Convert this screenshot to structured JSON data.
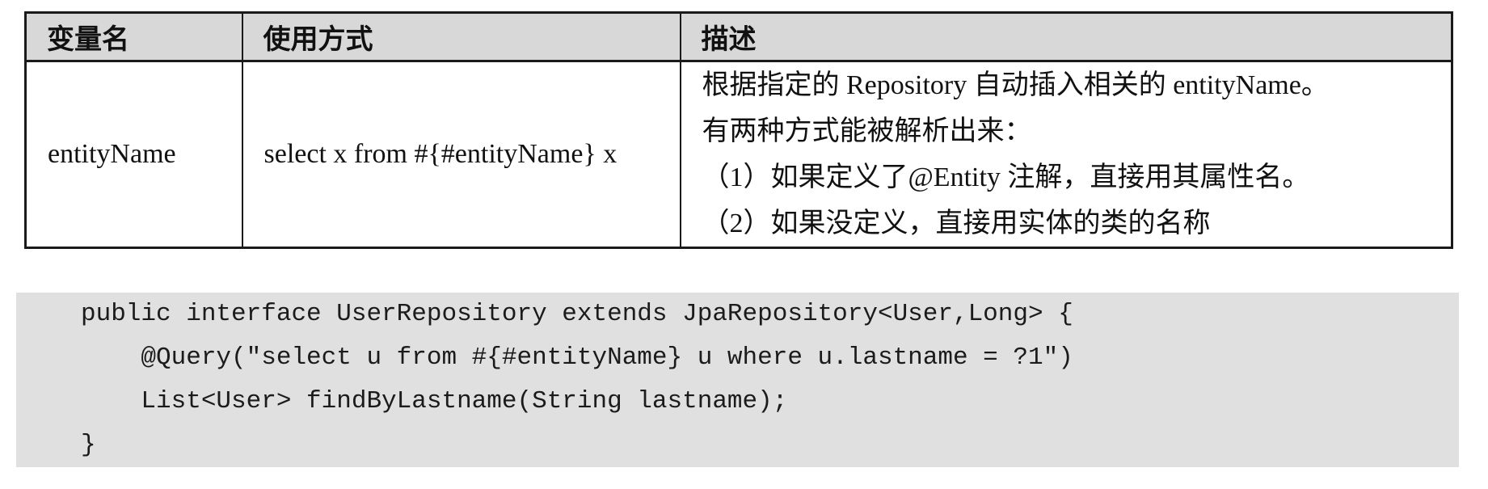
{
  "table": {
    "headers": {
      "variable": "变量名",
      "usage": "使用方式",
      "description": "描述"
    },
    "rows": [
      {
        "variable": "entityName",
        "usage": "select x from #{#entityName} x",
        "description_lines": [
          "根据指定的 Repository 自动插入相关的 entityName。",
          "有两种方式能被解析出来：",
          "（1）如果定义了@Entity 注解，直接用其属性名。",
          "（2）如果没定义，直接用实体的类的名称"
        ]
      }
    ]
  },
  "code_block": {
    "language": "java",
    "lines": [
      "public interface UserRepository extends JpaRepository<User,Long> {",
      "    @Query(\"select u from #{#entityName} u where u.lastname = ?1\")",
      "    List<User> findByLastname(String lastname);",
      "}"
    ]
  },
  "colors": {
    "header_bg": "#d8d8d8",
    "border": "#1a1a1a",
    "code_bg": "#e0e0e0",
    "page_bg": "#ffffff"
  }
}
